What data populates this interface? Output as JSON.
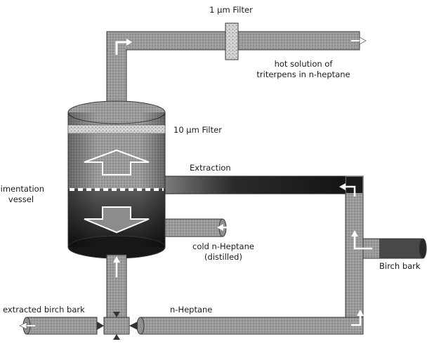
{
  "labels": {
    "filter_1um": "1 µm Filter",
    "hot_solution_line1": "hot solution of",
    "hot_solution_line2": "triterpens in n-heptane",
    "filter_10um": "10 µm Filter",
    "extraction": "Extraction",
    "sedimentation_line1": "Sedimentation",
    "sedimentation_line2": "vessel",
    "cold_heptane_line1": "cold n-Heptane",
    "cold_heptane_line2": "(distilled)",
    "birch_bark": "Birch bark",
    "extracted_birch_bark": "extracted birch bark",
    "n_heptane": "n-Heptane"
  },
  "colors": {
    "pipe_fill": "#9a9a9a",
    "pipe_stroke": "#3a3a3a",
    "vessel_upper": "#8a8a8a",
    "vessel_lower_top": "#4a4a4a",
    "vessel_lower_bottom": "#1c1c1c",
    "extraction_dark": "#1e1e1e",
    "filter_speckle": "#d0d0d0",
    "arrow_white": "#ffffff"
  }
}
